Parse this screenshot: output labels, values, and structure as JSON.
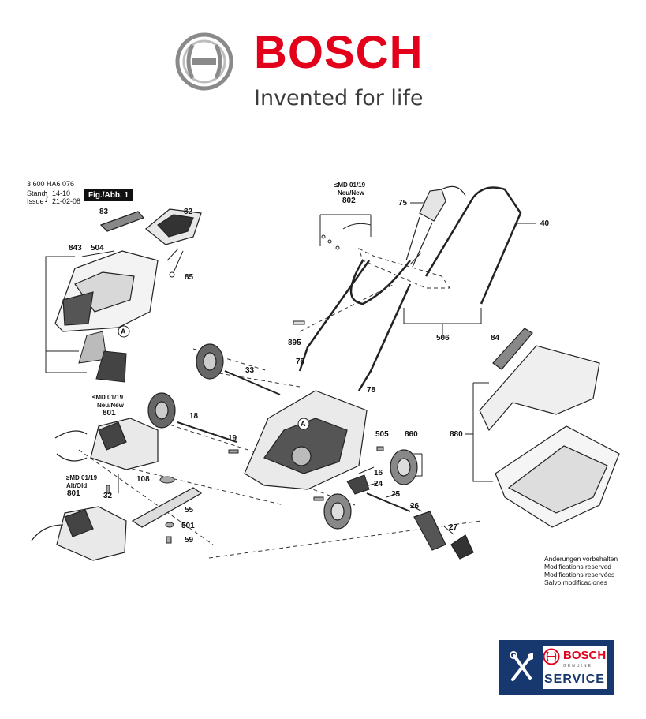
{
  "brand": {
    "name": "BOSCH",
    "tagline": "Invented for life",
    "red": "#e2001a",
    "gray": "#3b3b3b"
  },
  "doc": {
    "part_number": "3 600 HA6 076",
    "stand_label": "Stand",
    "issue_label": "Issue",
    "stand_value": "14-10",
    "issue_value": "21-02-08",
    "figure": "Fig./Abb. 1"
  },
  "callouts": {
    "md_top_date": "≤MD 01/19",
    "md_top_sub": "Neu/New",
    "md_mid_date": "≤MD 01/19",
    "md_mid_sub": "Neu/New",
    "md_low_date": "≥MD 01/19",
    "md_low_sub": "Alt/Old",
    "detail_a": "A"
  },
  "parts": {
    "p83": "83",
    "p82": "82",
    "p504": "504",
    "p843": "843",
    "p85": "85",
    "p802": "802",
    "p75": "75",
    "p40": "40",
    "p895": "895",
    "p78a": "78",
    "p33": "33",
    "p78b": "78",
    "p506": "506",
    "p84": "84",
    "p801a": "801",
    "p18": "18",
    "p19": "19",
    "p505": "505",
    "p860": "860",
    "p880": "880",
    "p108": "108",
    "p32": "32",
    "p16": "16",
    "p24": "24",
    "p801b": "801",
    "p55": "55",
    "p25": "25",
    "p26": "26",
    "p501": "501",
    "p27": "27",
    "p59": "59"
  },
  "disclaimer": [
    "Änderungen vorbehalten",
    "Modifications reserved",
    "Modifications reservées",
    "Salvo modificaciones"
  ],
  "service_badge": {
    "brand": "BOSCH",
    "genuine": "GENUINE",
    "service": "SERVICE",
    "navy": "#17386f"
  }
}
